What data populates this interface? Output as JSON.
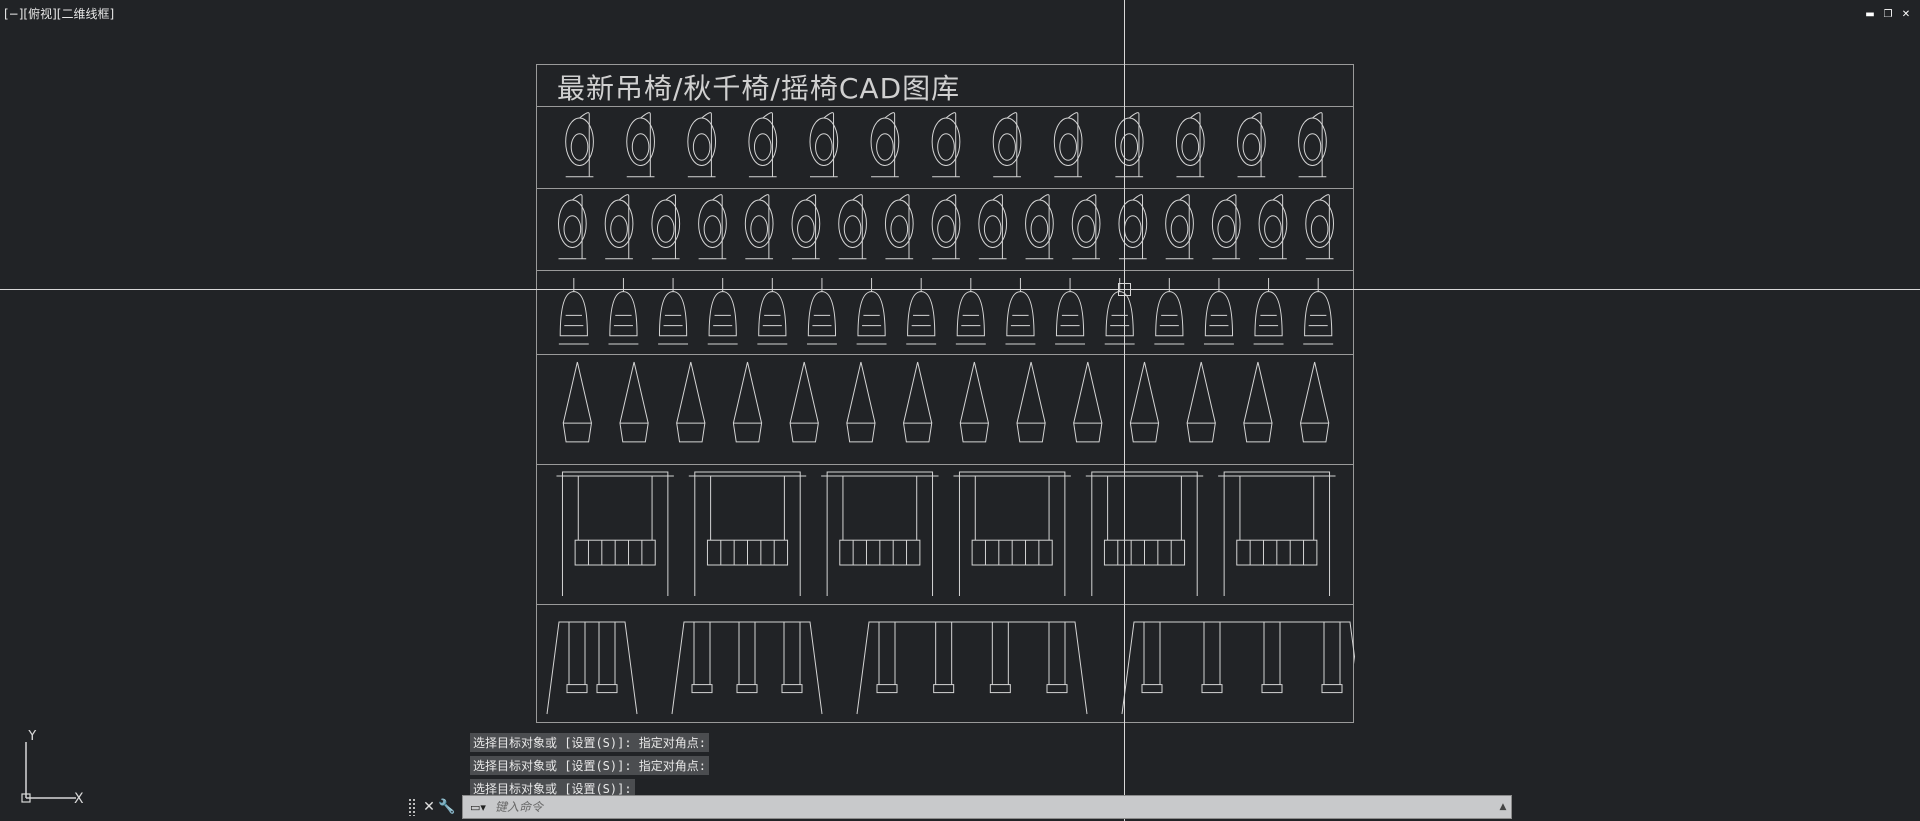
{
  "viewport": {
    "view_label": "[−][俯视][二维线框]",
    "window_controls": {
      "minimize": "▬",
      "restore": "❐",
      "close": "✕"
    }
  },
  "drawing": {
    "title": "最新吊椅/秋千椅/摇椅CAD图库",
    "rows": [
      {
        "type": "egg",
        "count": 13
      },
      {
        "type": "egg",
        "count": 17
      },
      {
        "type": "hang",
        "count": 16
      },
      {
        "type": "rope",
        "count": 14
      },
      {
        "type": "frame",
        "count": 6
      },
      {
        "type": "aframe",
        "count": 4
      }
    ]
  },
  "ucs": {
    "y_label": "Y",
    "x_label": "X"
  },
  "command": {
    "history": [
      "选择目标对象或 [设置(S)]: 指定对角点:",
      "选择目标对象或 [设置(S)]: 指定对角点:",
      "选择目标对象或 [设置(S)]:"
    ],
    "placeholder": "键入命令",
    "close_symbol": "✕",
    "customize_symbol": "🔧",
    "prompt_icon_symbol": "▭▾",
    "expand_symbol": "▲"
  },
  "colors": {
    "background": "#212326",
    "line": "#d8d8d8",
    "history_bg": "#4b4d50",
    "command_input_bg": "#c8c9cb"
  }
}
